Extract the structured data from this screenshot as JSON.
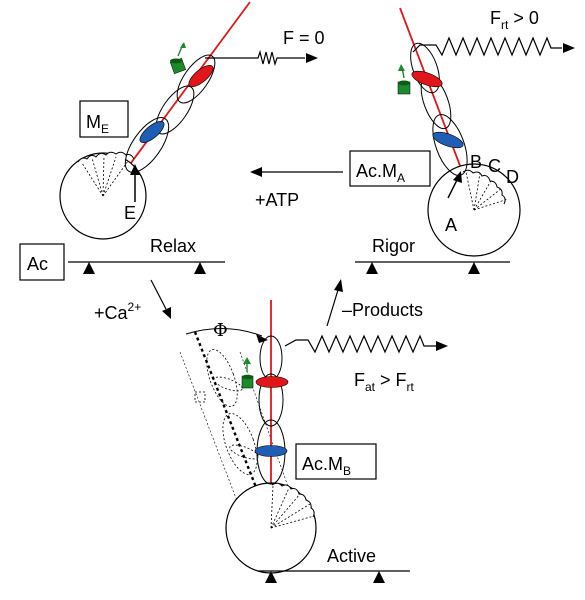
{
  "states": {
    "me": {
      "base": "M",
      "sub": "E"
    },
    "ac": "Ac",
    "acma": {
      "base": "Ac.M",
      "sub": "A"
    },
    "acmb": {
      "base": "Ac.M",
      "sub": "B"
    }
  },
  "labels": {
    "relax": "Relax",
    "rigor": "Rigor",
    "active": "Active",
    "e": "E",
    "a": "A",
    "b": "B",
    "c": "C",
    "d": "D",
    "phi": "Φ"
  },
  "forces": {
    "f_zero": "F = 0",
    "f_rt": {
      "base": "F",
      "sub": "rt",
      "rest": " > 0"
    },
    "f_at": {
      "base": "F",
      "sub": "at",
      "mid": " > F",
      "sub2": "rt"
    }
  },
  "transitions": {
    "atp": "+ATP",
    "ca": {
      "base": "+Ca",
      "sup": "2+"
    },
    "products": "–Products"
  },
  "colors": {
    "red": "#e0161b",
    "blue": "#1f5eb4",
    "green": "#1a8a2a",
    "dark_green": "#0d5a12"
  }
}
